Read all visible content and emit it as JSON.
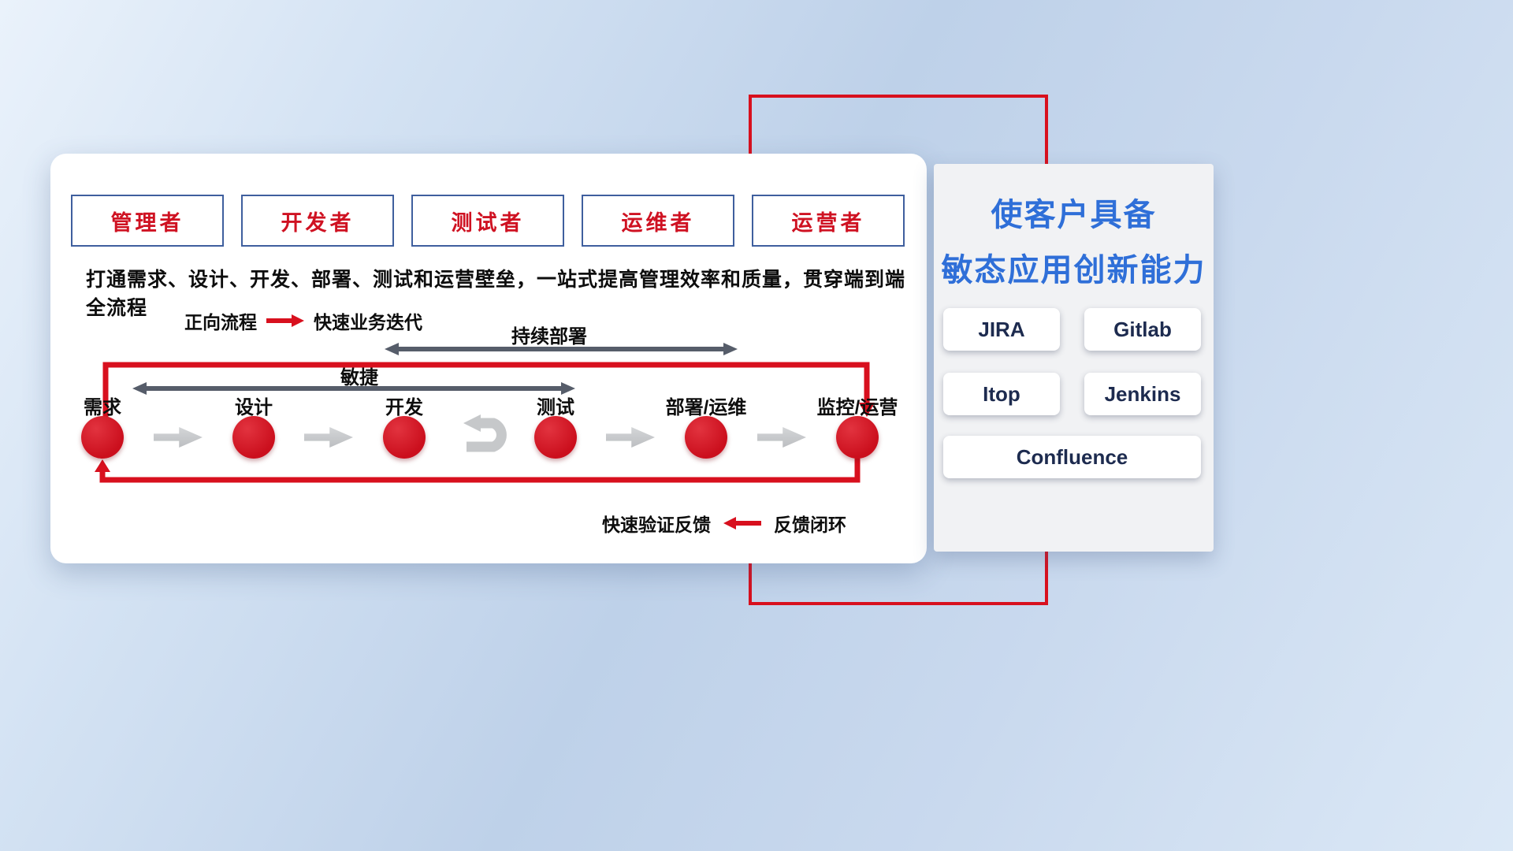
{
  "roles": [
    "管理者",
    "开发者",
    "测试者",
    "运维者",
    "运营者"
  ],
  "subtitle": "打通需求、设计、开发、部署、测试和运营壁垒，一站式提高管理效率和质量，贯穿端到端全流程",
  "legend_forward": {
    "label": "正向流程",
    "desc": "快速业务迭代"
  },
  "legend_feedback": {
    "label": "快速验证反馈",
    "desc": "反馈闭环"
  },
  "span_arrows": {
    "deploy": "持续部署",
    "agile": "敏捷"
  },
  "flow_steps": [
    "需求",
    "设计",
    "开发",
    "测试",
    "部署/运维",
    "监控/运营"
  ],
  "right_panel": {
    "title_line1": "使客户具备",
    "title_line2": "敏态应用创新能力",
    "tools": [
      "JIRA",
      "Gitlab",
      "Itop",
      "Jenkins",
      "Confluence"
    ]
  },
  "colors": {
    "accent_red": "#d8101e",
    "title_blue": "#2f6fd8",
    "tool_navy": "#1d2b4f",
    "dark_arrow": "#565d6a",
    "gray_arrow": "#c6c8ca"
  }
}
